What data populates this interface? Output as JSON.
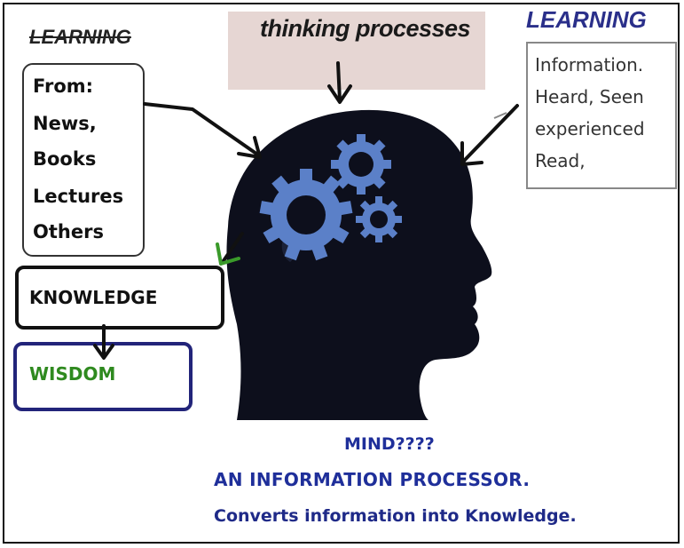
{
  "title": "thinking processes",
  "learning_left": "LEARNING",
  "learning_right": "LEARNING",
  "sources": {
    "heading": "From:",
    "items": [
      "News,",
      "Books",
      "Lectures",
      "Others"
    ]
  },
  "information": {
    "lines": [
      "Information.",
      "Heard, Seen",
      "experienced",
      "Read,"
    ]
  },
  "knowledge": "KNOWLEDGE",
  "wisdom": "WISDOM",
  "caption": {
    "question": "MIND????",
    "statement": "AN INFORMATION PROCESSOR.",
    "description": "Converts information into Knowledge."
  },
  "colors": {
    "head": "#0d0f1c",
    "gear": "#5b80c8",
    "wisdom_text": "#2f8a1f",
    "wisdom_border": "#22247a",
    "caption_text": "#1f2f9a",
    "title_box": "#e6d6d3"
  }
}
